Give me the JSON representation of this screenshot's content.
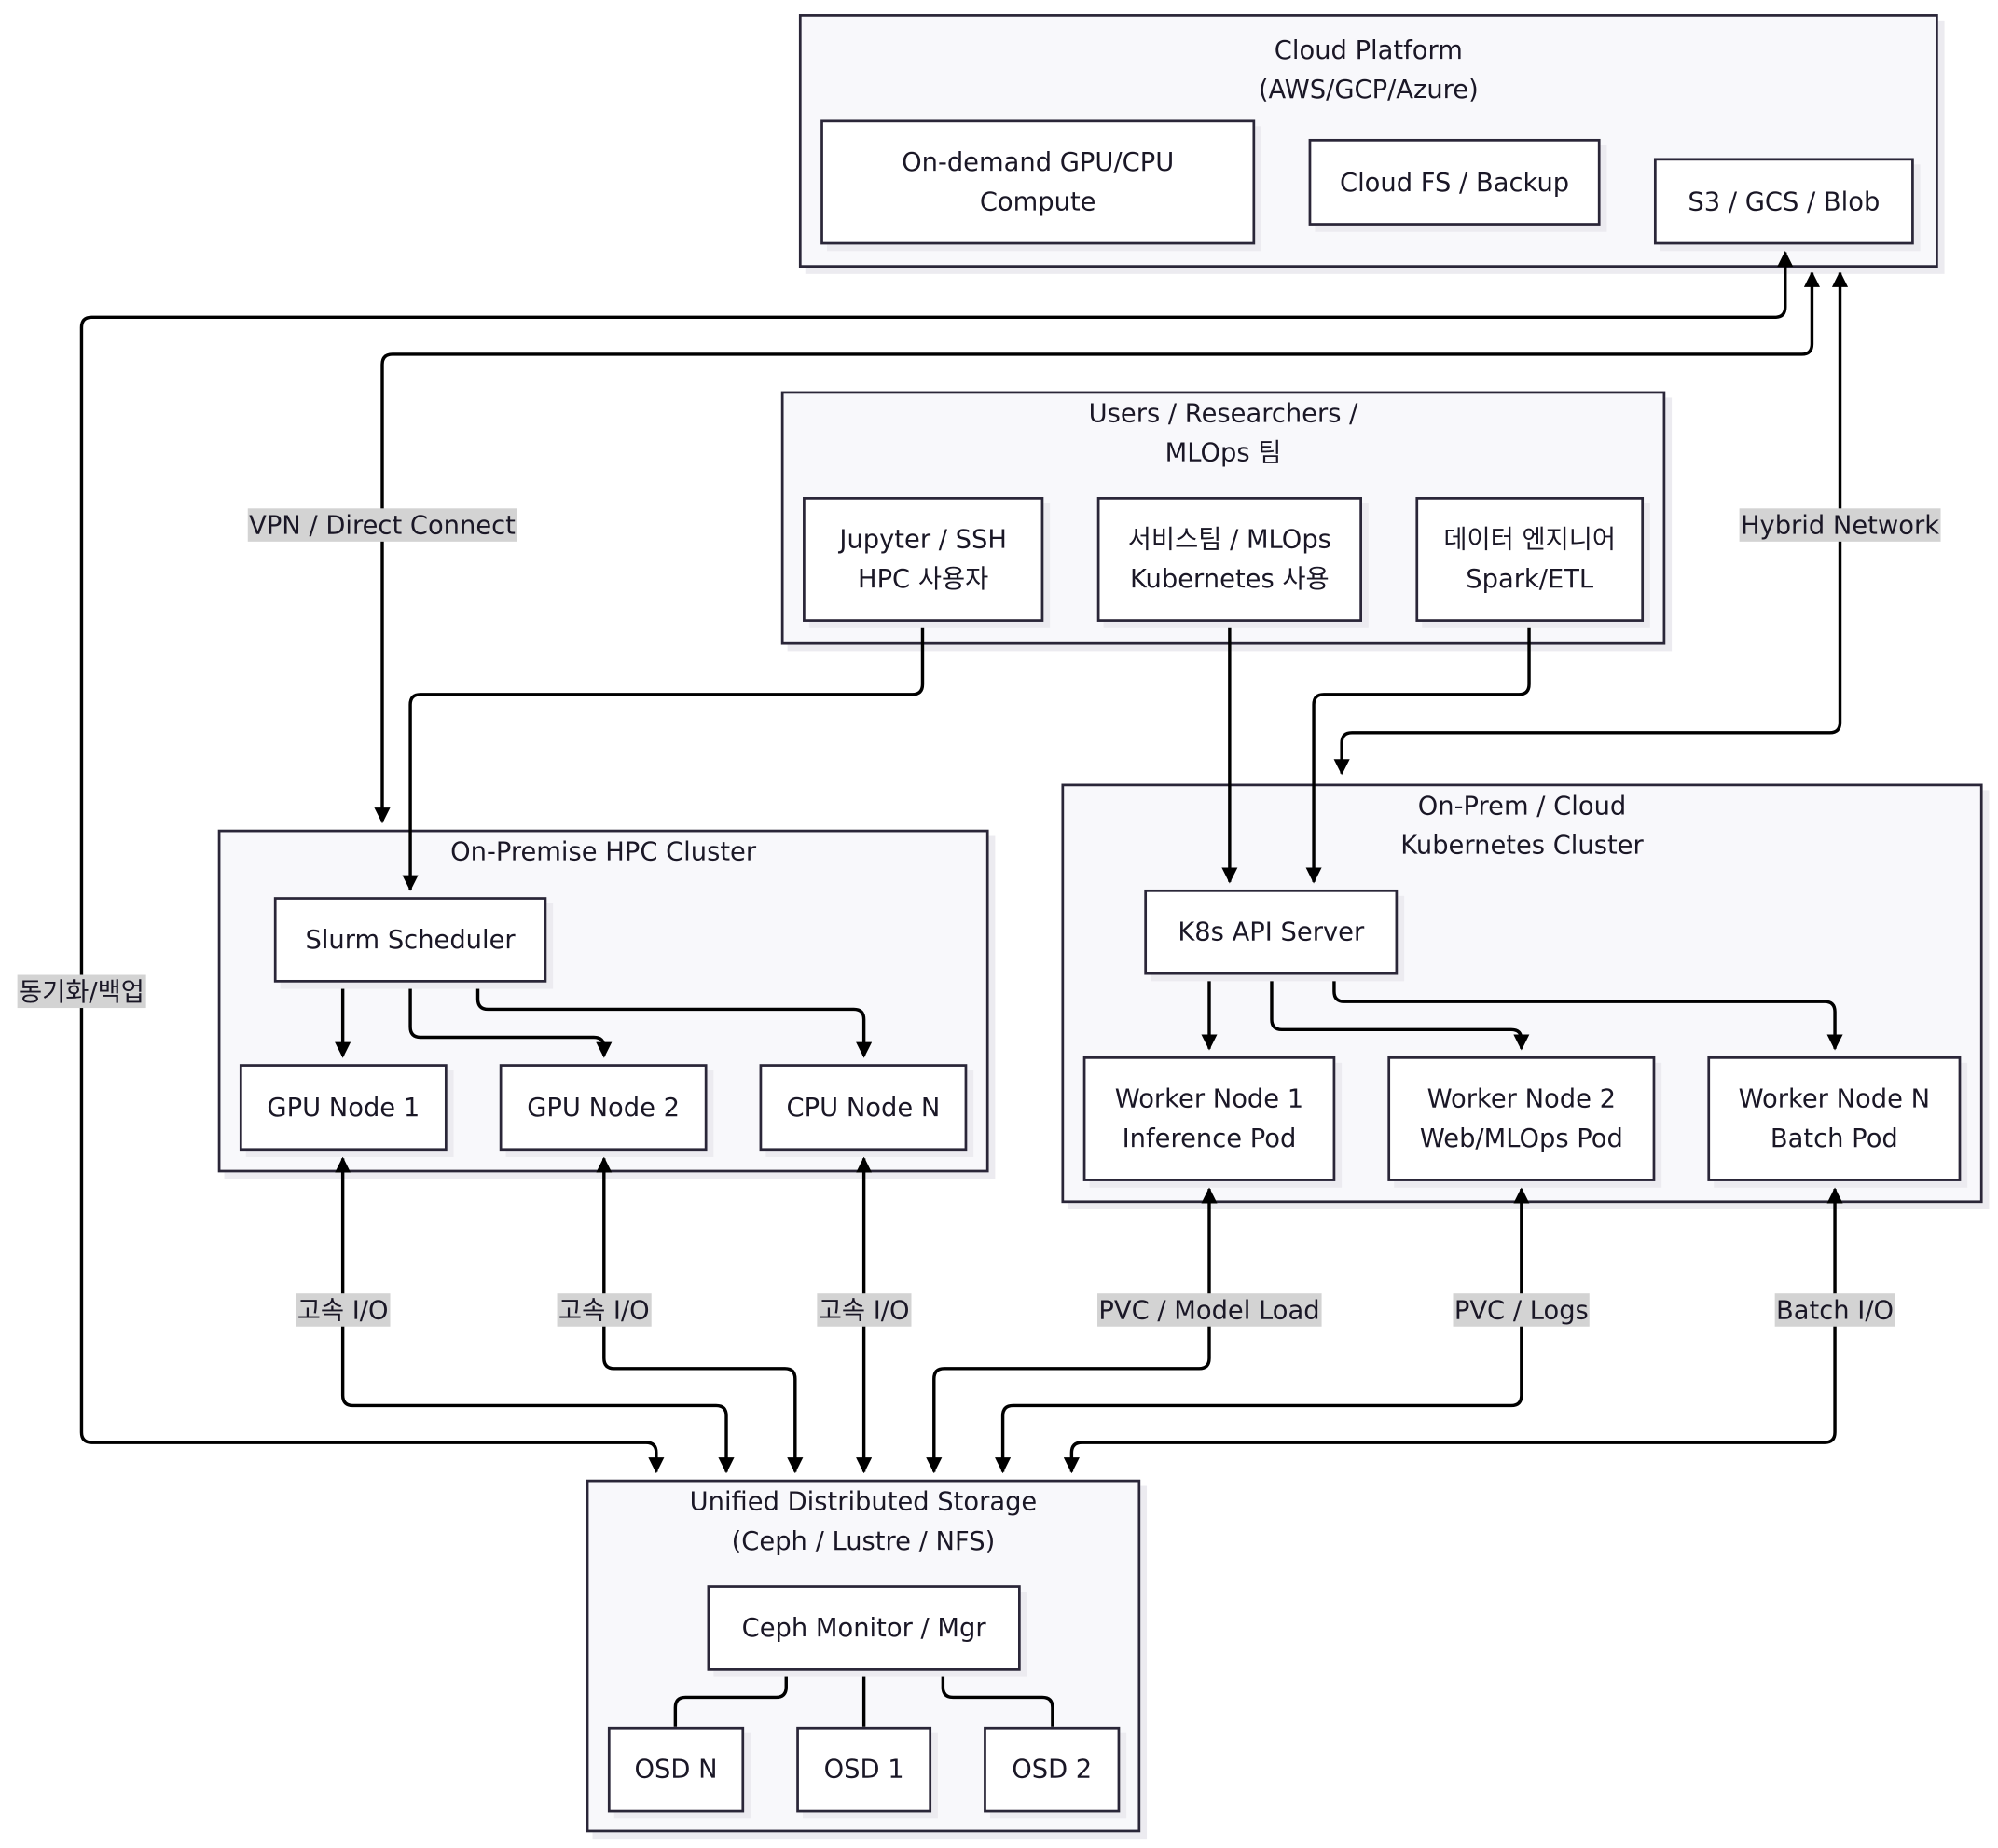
{
  "colors": {
    "line": "#000000",
    "border": "#2a2638",
    "cluster_fill": "#f8f8fb",
    "node_fill": "#ffffff",
    "label_bg": "#d3d3d3",
    "text": "#1a1726"
  },
  "clusters": {
    "cloud": {
      "title": "Cloud Platform\n(AWS/GCP/Azure)"
    },
    "users": {
      "title": "Users / Researchers /\nMLOps 팀"
    },
    "hpc": {
      "title": "On-Premise HPC Cluster"
    },
    "k8s": {
      "title": "On-Prem / Cloud\nKubernetes Cluster"
    },
    "storage": {
      "title": "Unified Distributed Storage\n(Ceph / Lustre / NFS)"
    }
  },
  "nodes": {
    "gpu_compute": "On-demand GPU/CPU\nCompute",
    "cloud_fs": "Cloud FS / Backup",
    "s3": "S3 / GCS / Blob",
    "jupyter": "Jupyter / SSH\nHPC 사용자",
    "service_team": "서비스팀 / MLOps\nKubernetes 사용",
    "data_eng": "데이터 엔지니어\nSpark/ETL",
    "slurm": "Slurm Scheduler",
    "gpu1": "GPU Node 1",
    "gpu2": "GPU Node 2",
    "cpun": "CPU Node N",
    "k8s_api": "K8s API Server",
    "worker1": "Worker Node 1\nInference Pod",
    "worker2": "Worker Node 2\nWeb/MLOps Pod",
    "workern": "Worker Node N\nBatch Pod",
    "ceph_mon": "Ceph Monitor / Mgr",
    "osdn": "OSD N",
    "osd1": "OSD 1",
    "osd2": "OSD 2"
  },
  "edge_labels": {
    "vpn": "VPN / Direct Connect",
    "hybrid": "Hybrid Network",
    "sync": "동기화/백업",
    "io1": "고속 I/O",
    "io2": "고속 I/O",
    "io3": "고속 I/O",
    "pvc_model": "PVC / Model Load",
    "pvc_logs": "PVC / Logs",
    "batch_io": "Batch I/O"
  }
}
